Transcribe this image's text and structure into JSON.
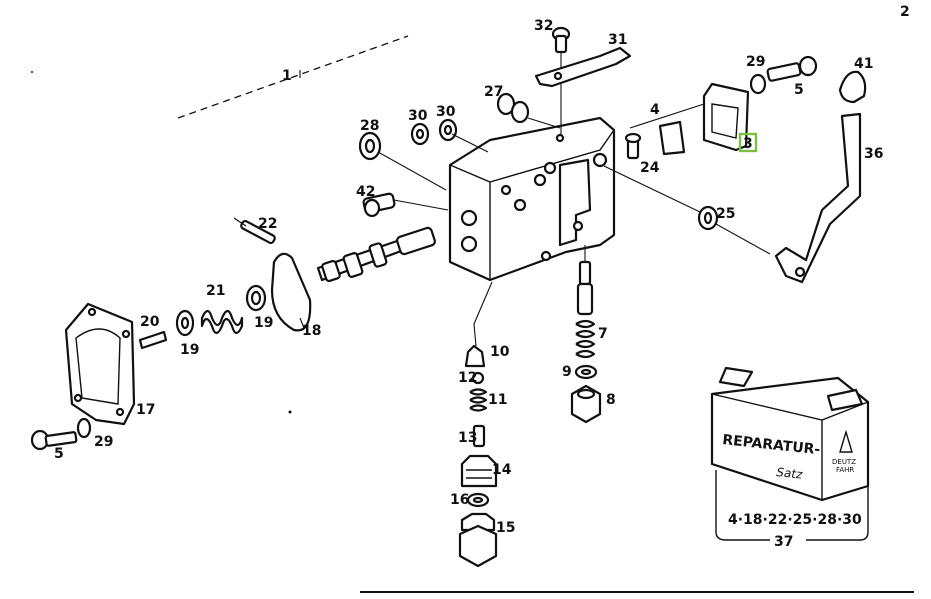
{
  "page_number": "2",
  "callouts": {
    "c1": "1",
    "c2": "3",
    "c3": "4",
    "c4": "5",
    "c5": "5",
    "c6": "7",
    "c7": "8",
    "c8": "9",
    "c9": "10",
    "c10": "11",
    "c11": "12",
    "c12": "13",
    "c13": "14",
    "c14": "15",
    "c15": "16",
    "c16": "17",
    "c17": "18",
    "c18": "19",
    "c19": "19",
    "c20": "20",
    "c21": "21",
    "c22": "22",
    "c23": "24",
    "c24": "25",
    "c25": "27",
    "c26": "28",
    "c27": "29",
    "c28": "29",
    "c29": "30",
    "c30": "30",
    "c31": "31",
    "c32": "32",
    "c33": "36",
    "c34": "41",
    "c35": "42"
  },
  "highlighted_callout": "3",
  "highlight_color": "#7ac143",
  "repair_kit": {
    "label_main": "REPARATUR-",
    "label_sub": "Satz",
    "brand_line1": "DEUTZ",
    "brand_line2": "FAHR",
    "contents": "4·18·22·25·28·30",
    "number": "37"
  }
}
